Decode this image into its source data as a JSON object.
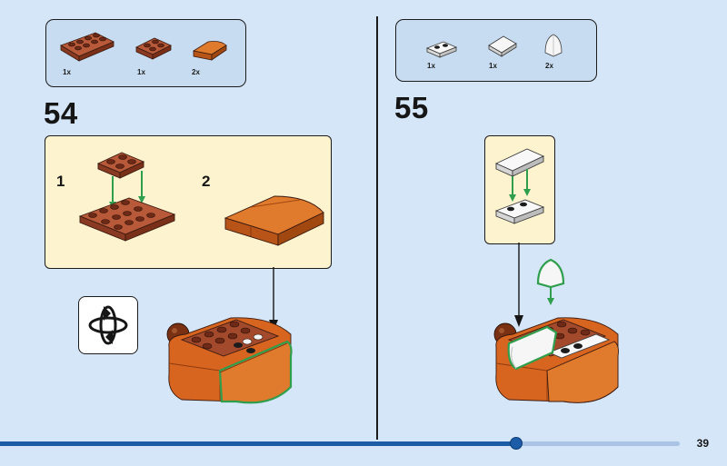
{
  "page": {
    "number": "39",
    "progress": 0.76
  },
  "steps": [
    {
      "number": "54",
      "parts": [
        {
          "qty": "1x",
          "name": "brown plate 2x4",
          "color": "#a0482c"
        },
        {
          "qty": "1x",
          "name": "brown plate 2x2",
          "color": "#a0482c"
        },
        {
          "qty": "2x",
          "name": "orange curved slope",
          "color": "#d4691e"
        }
      ],
      "substeps": [
        "1",
        "2"
      ],
      "icons": [
        "rotate-icon"
      ]
    },
    {
      "number": "55",
      "parts": [
        {
          "qty": "1x",
          "name": "white plate 1x2",
          "color": "#f4f4f4"
        },
        {
          "qty": "1x",
          "name": "white slope",
          "color": "#f4f4f4"
        },
        {
          "qty": "2x",
          "name": "white curved tile",
          "color": "#f4f4f4"
        }
      ]
    }
  ],
  "colors": {
    "background": "#d4e6f7",
    "parts_box": "#c7dcf0",
    "subassembly_box": "#fdf3cf",
    "brown": "#a0482c",
    "orange": "#d4691e",
    "highlight_green": "#2f9e4d",
    "progress_blue": "#1d5da7"
  }
}
